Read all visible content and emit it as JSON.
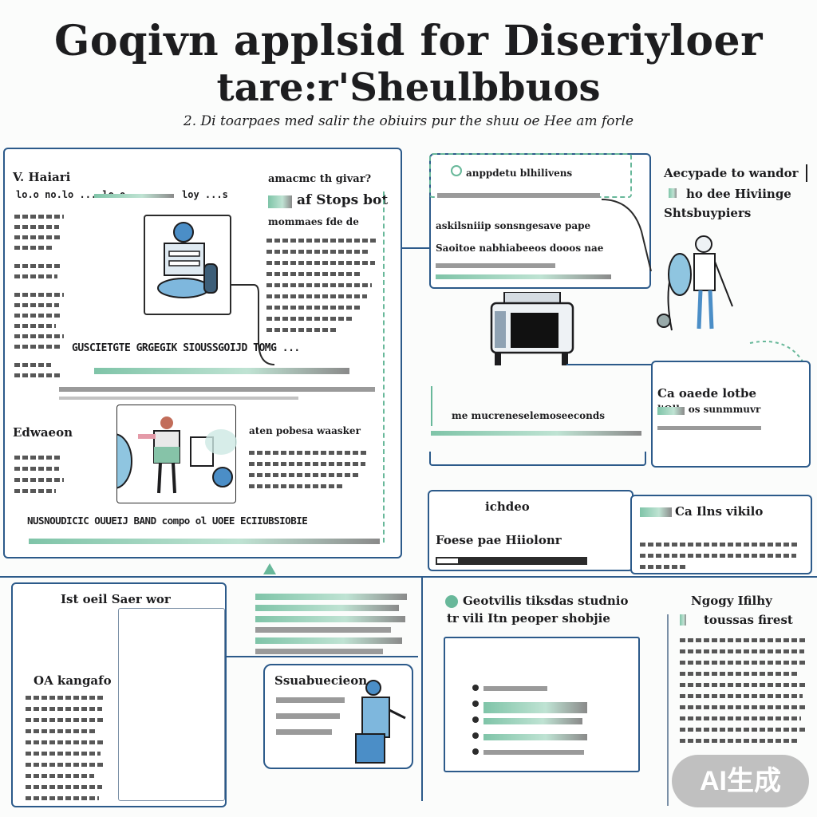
{
  "title_line1": "Goqivn applsid for Diseriyloer",
  "title_line2": "tare:r'Sheulbbuos",
  "subtitle": "2. Di toarpaes med salir the obiuirs pur the shuu oe Hee am forle",
  "left_panel": {
    "header_a": "V. Haiari",
    "header_b": "lo.o no.lo ... lo.o",
    "header_c": "loy ...s",
    "callout_a": "amacmc th givar?",
    "callout_b": "af Stops bot",
    "callout_c": "mommaes fde de",
    "banner": "GUSCIETGTE GRGEGIK SIOUSSGOIJD TOMG ...",
    "section2": "Edwaeon",
    "callout2": "aten pobesa waasker",
    "footer_banner": "NUSNOUDICIC OUUEIJ BAND compo ol UOEE ECIIUBSIOBIE"
  },
  "top_mid": {
    "line1": "anppdetu blhilivens",
    "line2": "askilsniiip sonsngesave pape",
    "line3": "Saoitoe nabhiabeeos dooos nae"
  },
  "right_top": {
    "line1": "Aecypade to wandor",
    "line2": "ho dee Hiviinge",
    "line3": "Shtsbuypiers"
  },
  "right_mid": {
    "line1": "Ca oaede lotbe",
    "line2": "l'Olls os sunmmuvr"
  },
  "mid_row": {
    "callout": "me mucreneselemoseeconds",
    "ichdeo": "ichdeo",
    "foce_label": "Foese pae Hiiolonr",
    "right_header": "Ca Ilns vikilo"
  },
  "bottom_left": {
    "header": "Ist oeil Saer wor",
    "label": "OA kangafo"
  },
  "bottom_mid": {
    "header1": "Geotvilis tiksdas studnio",
    "header2": "tr vili Itn peoper shobjie",
    "card_title": "Ssuabuecieon"
  },
  "bottom_right": {
    "line1": "Ngogy Ifilhy",
    "line2": "toussas firest"
  },
  "watermark": "AI生成",
  "colors": {
    "panel_border": "#2c5a8a",
    "accent_green": "#68b89a",
    "accent_teal": "#7fc4a8",
    "figure_blue": "#4b8ec7"
  }
}
